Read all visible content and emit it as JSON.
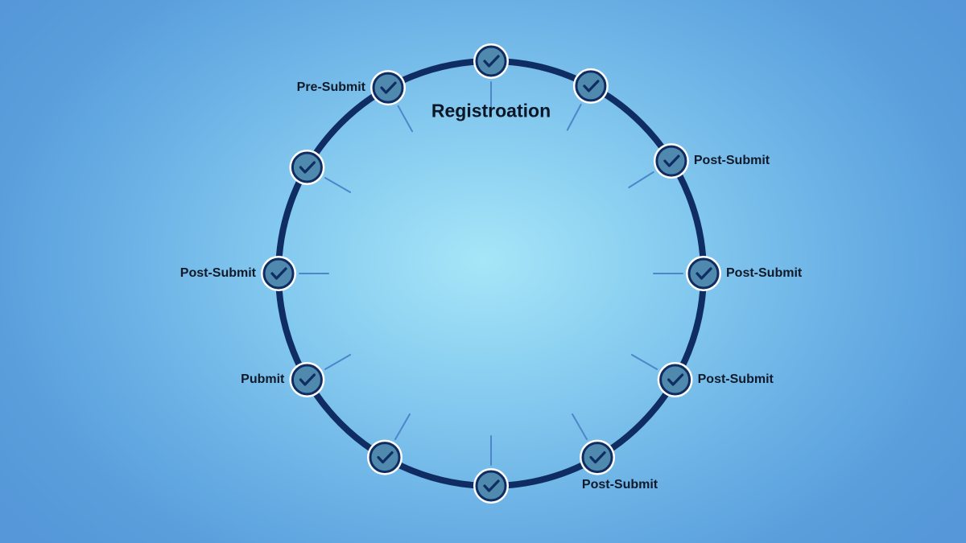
{
  "diagram": {
    "title": "Registroation",
    "colors": {
      "ring": "#0f2d63",
      "node_fill": "#4f89ad",
      "node_border": "#0f2d63",
      "node_halo": "#ffffff",
      "check": "#0f2d63",
      "spoke": "#4d86c9",
      "label_text": "#111a2a"
    },
    "nodes": [
      {
        "id": "n12",
        "angle_deg": 0,
        "label": "",
        "label_side": "",
        "icon": "check-icon"
      },
      {
        "id": "n1",
        "angle_deg": 28,
        "label": "",
        "label_side": "",
        "icon": "check-icon"
      },
      {
        "id": "n2",
        "angle_deg": 58,
        "label": "Post-Submit",
        "label_side": "right",
        "icon": "check-icon"
      },
      {
        "id": "n3",
        "angle_deg": 90,
        "label": "Post-Submit",
        "label_side": "right",
        "icon": "check-icon"
      },
      {
        "id": "n4",
        "angle_deg": 120,
        "label": "Post-Submit",
        "label_side": "right",
        "icon": "check-icon"
      },
      {
        "id": "n5",
        "angle_deg": 150,
        "label": "Post-Submit",
        "label_side": "below",
        "icon": "check-icon"
      },
      {
        "id": "n6",
        "angle_deg": 180,
        "label": "",
        "label_side": "",
        "icon": "check-icon"
      },
      {
        "id": "n7",
        "angle_deg": 210,
        "label": "",
        "label_side": "",
        "icon": "check-icon"
      },
      {
        "id": "n8",
        "angle_deg": 240,
        "label": "Pubmit",
        "label_side": "left",
        "icon": "check-icon"
      },
      {
        "id": "n9",
        "angle_deg": 270,
        "label": "Post-Submit",
        "label_side": "left",
        "icon": "check-icon"
      },
      {
        "id": "n10",
        "angle_deg": 300,
        "label": "",
        "label_side": "",
        "icon": "check-icon"
      },
      {
        "id": "n11",
        "angle_deg": 331,
        "label": "Pre-Submit",
        "label_side": "left",
        "icon": "check-icon"
      }
    ]
  }
}
